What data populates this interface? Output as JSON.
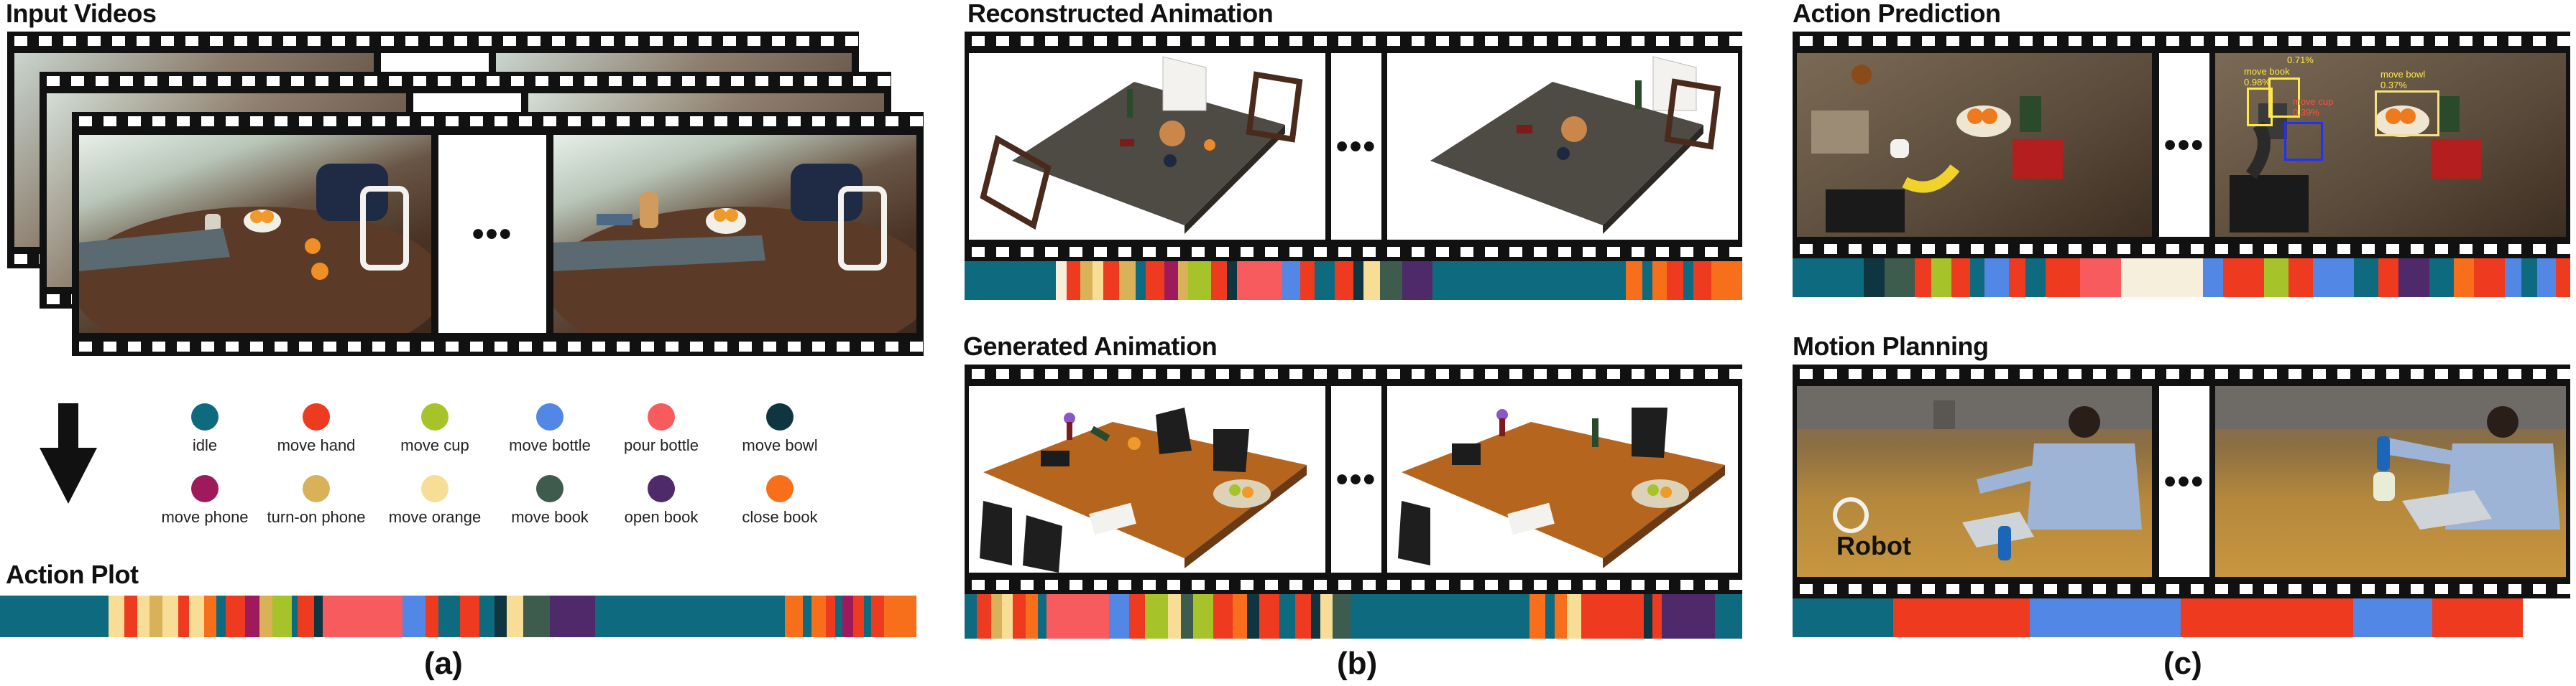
{
  "titles": {
    "input_videos": "Input Videos",
    "reconstructed": "Reconstructed Animation",
    "generated": "Generated Animation",
    "action_prediction": "Action Prediction",
    "motion_planning": "Motion Planning",
    "action_plot": "Action Plot"
  },
  "panel_labels": {
    "a": "(a)",
    "b": "(b)",
    "c": "(c)"
  },
  "ellipsis": "•••",
  "robot_label": "Robot",
  "detections": [
    {
      "label": "move book",
      "score": "0.98%"
    },
    {
      "label": "move book",
      "score": "0.71%"
    },
    {
      "label": "move bowl",
      "score": "0.37%"
    },
    {
      "label": "move cup",
      "score": "0.39%"
    }
  ],
  "legend": [
    {
      "label": "idle",
      "color": "#0e6a7e"
    },
    {
      "label": "move hand",
      "color": "#ee3a1e"
    },
    {
      "label": "move cup",
      "color": "#a6c42a"
    },
    {
      "label": "move bottle",
      "color": "#5287e6"
    },
    {
      "label": "pour bottle",
      "color": "#f75b5e"
    },
    {
      "label": "move bowl",
      "color": "#0f3540"
    },
    {
      "label": "move phone",
      "color": "#9e1a5c"
    },
    {
      "label": "turn-on phone",
      "color": "#d9b159"
    },
    {
      "label": "move orange",
      "color": "#f7dd95"
    },
    {
      "label": "move book",
      "color": "#3d5c4e"
    },
    {
      "label": "open book",
      "color": "#4f2a6b"
    },
    {
      "label": "close book",
      "color": "#f76f1a"
    }
  ],
  "colors": {
    "idle": "#0e6a7e",
    "hand": "#ee3a1e",
    "cup": "#a6c42a",
    "bottle": "#5287e6",
    "pour": "#f75b5e",
    "bowl": "#0f3540",
    "phone": "#9e1a5c",
    "turnon": "#d9b159",
    "orange": "#f7dd95",
    "book": "#3d5c4e",
    "open": "#4f2a6b",
    "close": "#f76f1a",
    "cream": "#f5efdc"
  }
}
